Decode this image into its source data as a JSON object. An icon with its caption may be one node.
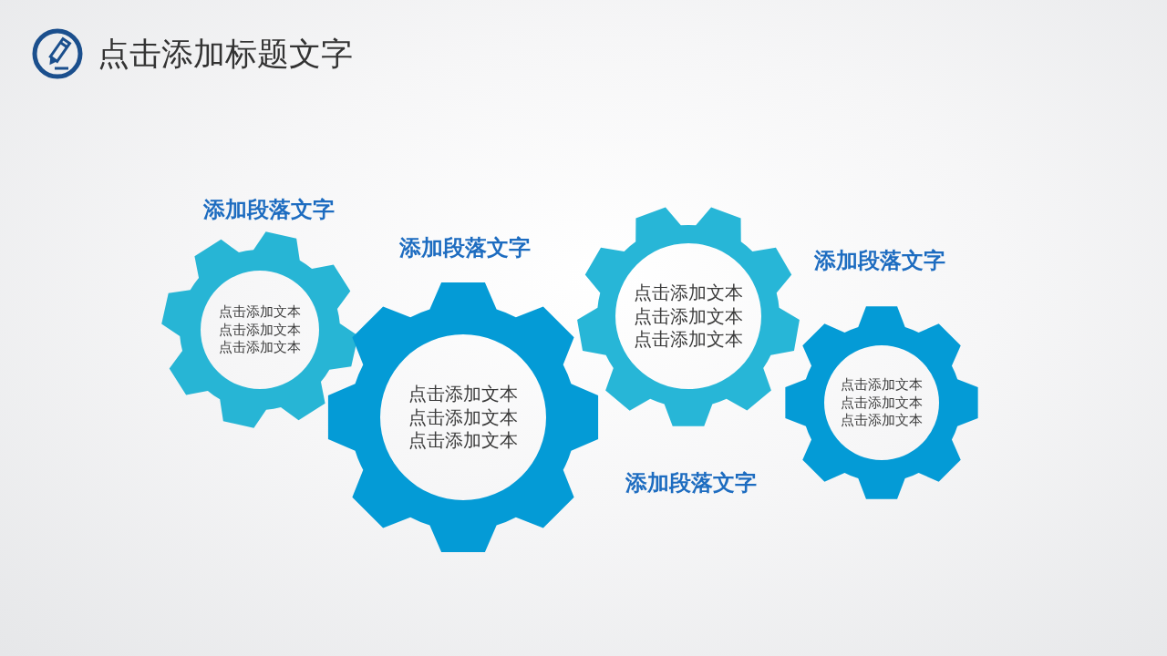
{
  "diagram": {
    "title": "点击添加标题文字",
    "nodes": [
      {
        "text": [
          "添加段落文字",
          "点击添加文本点击添加文本点击添加文本"
        ]
      },
      {
        "text": [
          "添加段落文字",
          "点击添加文本点击添加文本点击添加文本"
        ]
      },
      {
        "text": [
          "点击添加文本点击添加文本点击添加文本",
          "添加段落文字"
        ]
      },
      {
        "text": [
          "添加段落文字",
          "点击添加文本点击添加文本点击添加文本"
        ]
      }
    ]
  }
}
